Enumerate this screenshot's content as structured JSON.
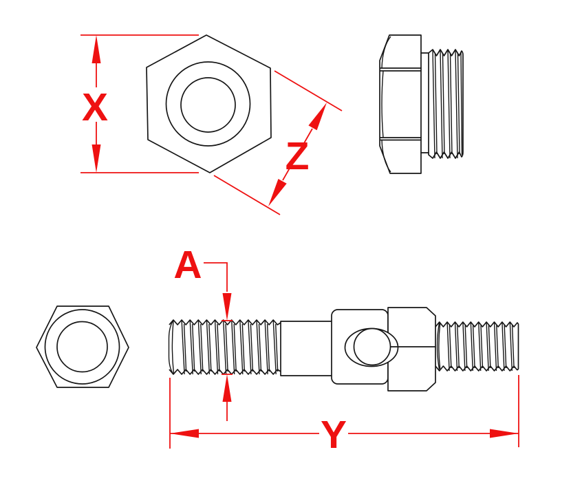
{
  "drawing": {
    "type": "technical-drawing",
    "subject": "hex-head stud fastener, multi-view with dimension callouts",
    "colors": {
      "dimension": "#ee1111",
      "line": "#161616",
      "background": "#ffffff"
    },
    "labels": {
      "x": "X",
      "y": "Y",
      "z": "Z",
      "a": "A"
    }
  }
}
